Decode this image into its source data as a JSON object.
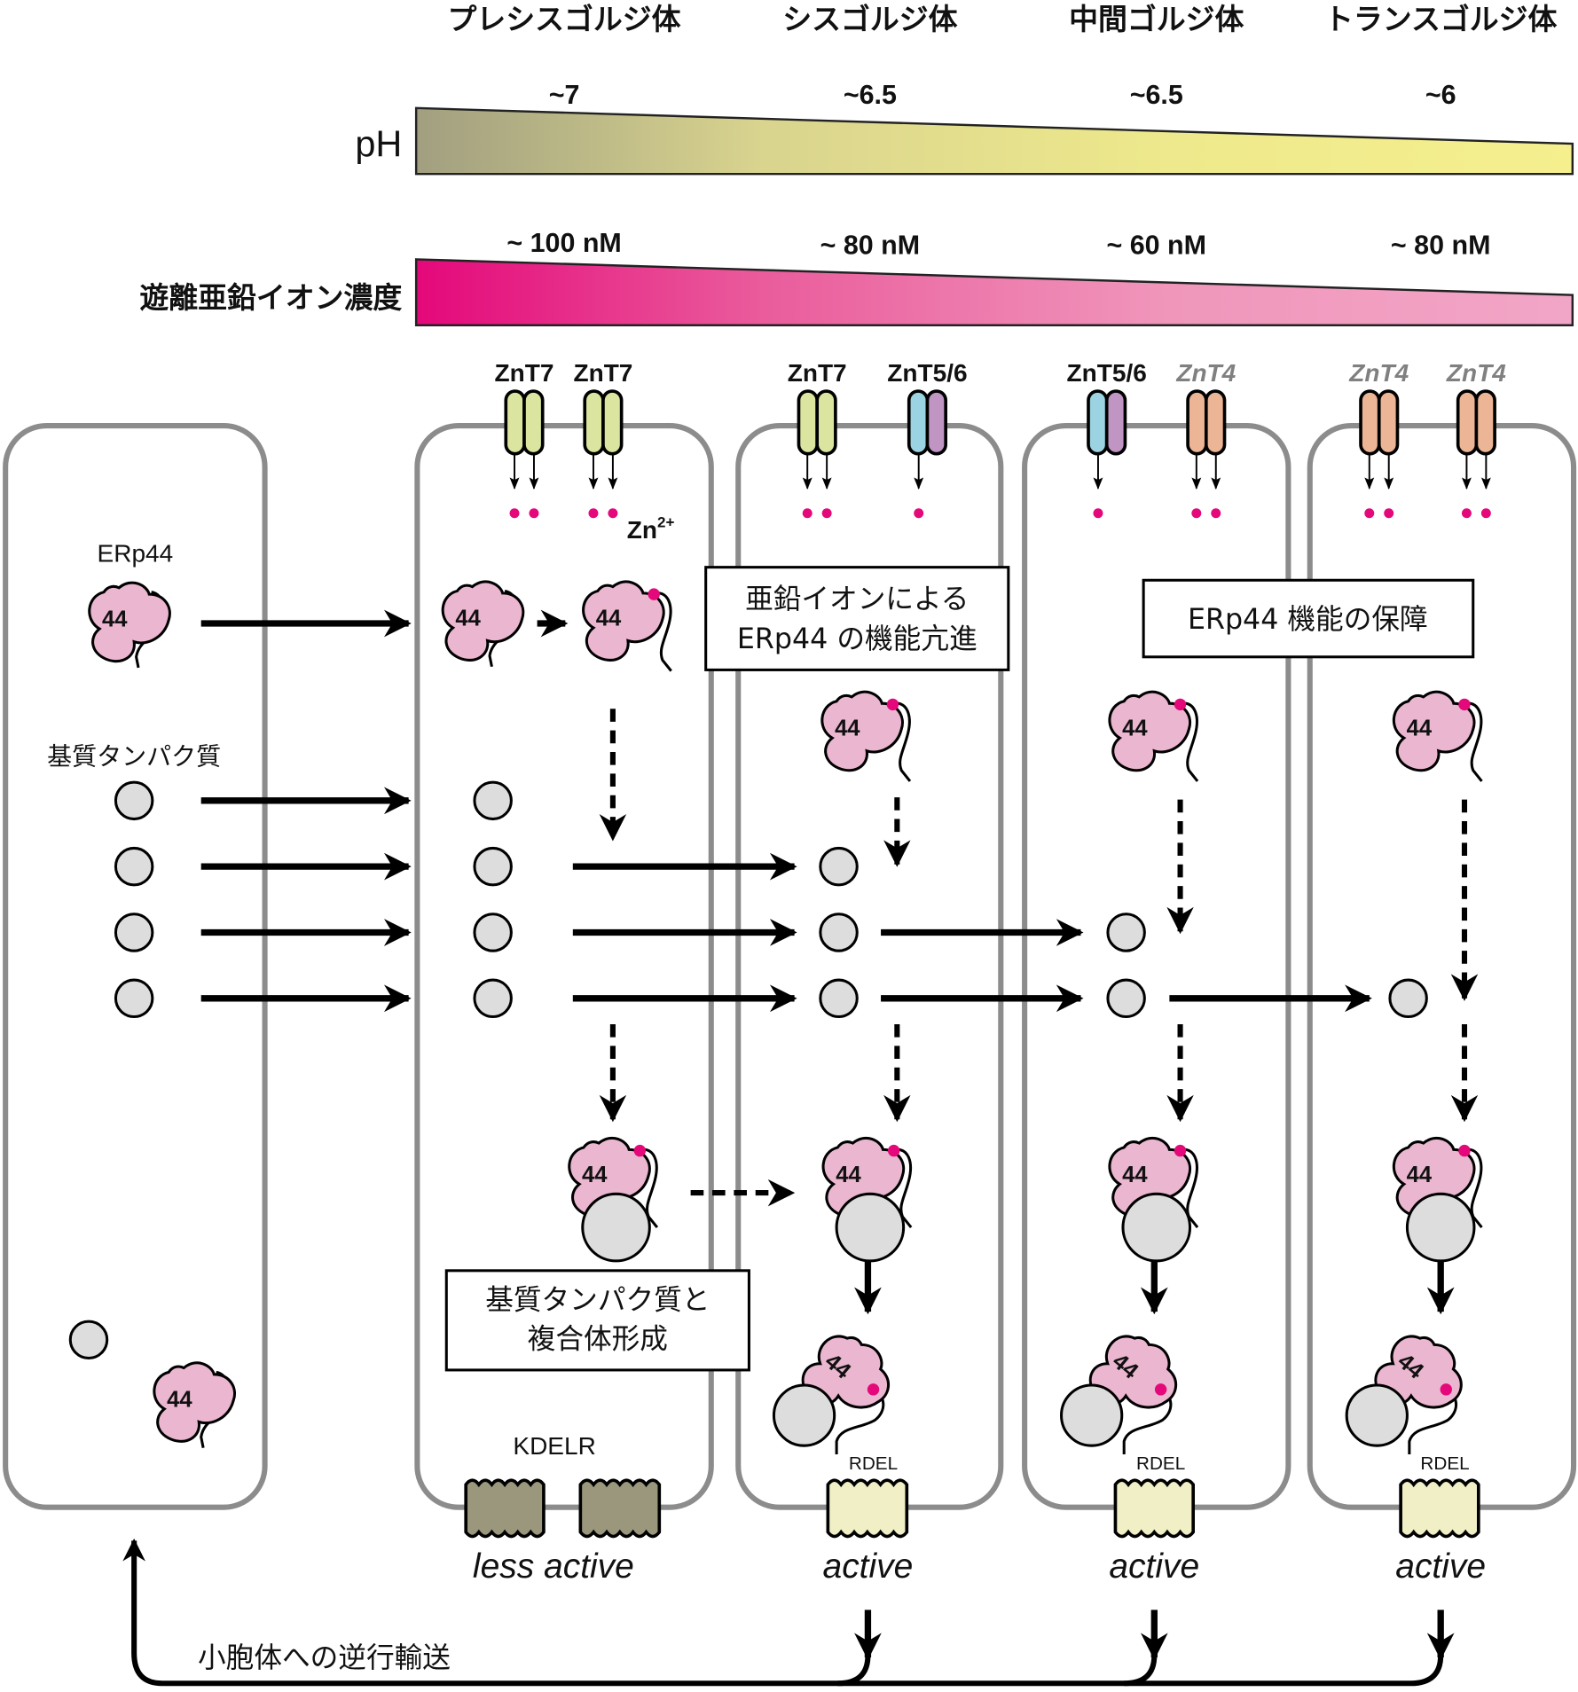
{
  "compartments": [
    {
      "name": "ER",
      "title": ""
    },
    {
      "name": "pre-cis-golgi",
      "title": "プレシスゴルジ体"
    },
    {
      "name": "cis-golgi",
      "title": "シスゴルジ体"
    },
    {
      "name": "medial-golgi",
      "title": "中間ゴルジ体"
    },
    {
      "name": "trans-golgi",
      "title": "トランスゴルジ体"
    }
  ],
  "ph": {
    "label": "pH",
    "values": [
      "~7",
      "~6.5",
      "~6.5",
      "~6"
    ],
    "gradient_colors": [
      "#a19f80",
      "#d9d48e",
      "#eee98c",
      "#f5ef8e"
    ]
  },
  "zinc": {
    "label": "遊離亜鉛イオン濃度",
    "values": [
      "~ 100 nM",
      "~ 80 nM",
      "~ 60 nM",
      "~ 80 nM"
    ],
    "gradient_colors": [
      "#e4087a",
      "#ea5c9c",
      "#f096bb",
      "#f2a6c7"
    ]
  },
  "transporters": [
    {
      "label": "ZnT7",
      "style": "bold",
      "type": "znt7",
      "ions": 2
    },
    {
      "label": "ZnT7",
      "style": "bold",
      "type": "znt7",
      "ions": 2
    },
    {
      "label": "ZnT7",
      "style": "bold",
      "type": "znt7",
      "ions": 2
    },
    {
      "label": "ZnT5/6",
      "style": "bold",
      "type": "znt56",
      "ions": 1
    },
    {
      "label": "ZnT5/6",
      "style": "bold",
      "type": "znt56",
      "ions": 1
    },
    {
      "label": "ZnT4",
      "style": "gray-italic",
      "type": "znt4",
      "ions": 2
    },
    {
      "label": "ZnT4",
      "style": "gray-italic",
      "type": "znt4",
      "ions": 2
    },
    {
      "label": "ZnT4",
      "style": "gray-italic",
      "type": "znt4",
      "ions": 2
    }
  ],
  "zn_ion_label": "Zn",
  "zn_ion_charge": "2+",
  "erp44_label": "ERp44",
  "erp44_number": "44",
  "substrate_label": "基質タンパク質",
  "callouts": {
    "zinc_enhancement_line1": "亜鉛イオンによる",
    "zinc_enhancement_line2": "ERp44 の機能亢進",
    "function_guarantee": "ERp44 機能の保障",
    "complex_formation_line1": "基質タンパク質と",
    "complex_formation_line2": "複合体形成"
  },
  "kdelr": {
    "label": "KDELR",
    "rdel_label": "RDEL",
    "states": [
      "less active",
      "active",
      "active",
      "active"
    ]
  },
  "retrograde_label": "小胞体への逆行輸送",
  "colors": {
    "erp44_fill": "#ebb6d0",
    "zinc_dot": "#e4087a",
    "substrate_fill": "#dcdddc",
    "compartment_stroke": "#8c8c8c",
    "znt7_fill": "#dce59f",
    "znt5_fill": "#9bd3e3",
    "znt6_fill": "#c195c3",
    "znt4_fill": "#ecb596",
    "kdelr_inactive_fill": "#9b977d",
    "kdelr_active_fill": "#f1efc6"
  }
}
